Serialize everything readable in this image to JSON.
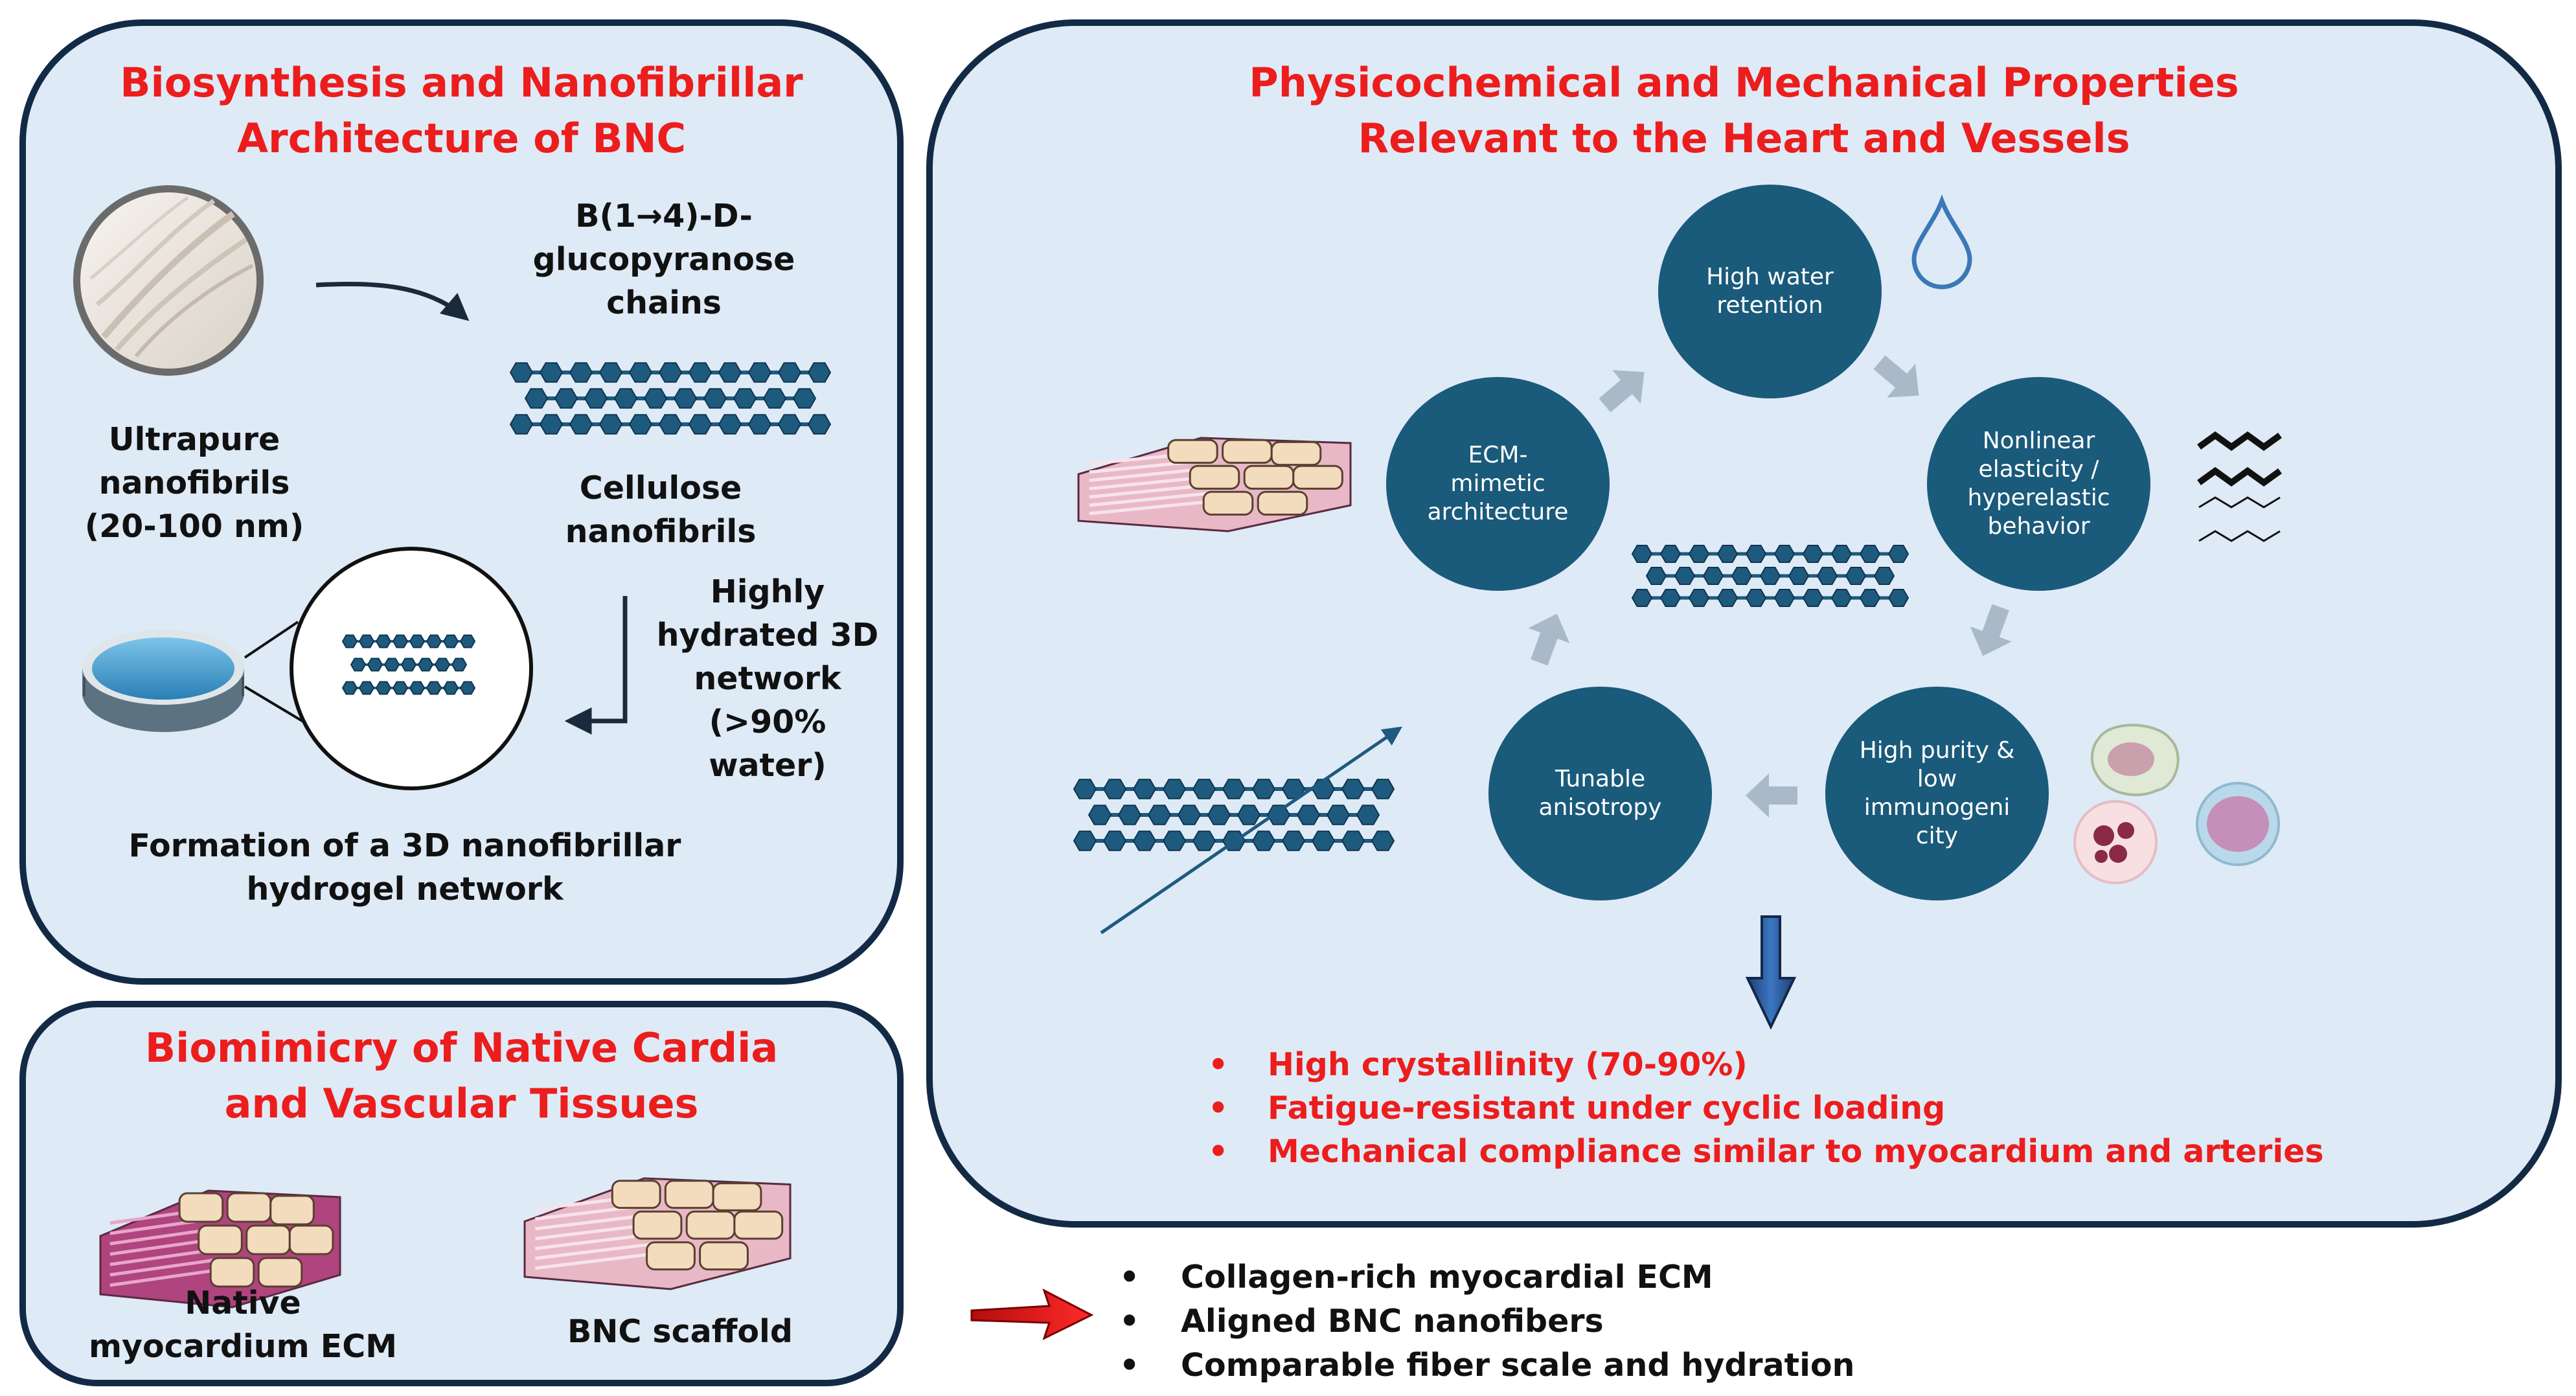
{
  "panel_biosynthesis": {
    "title": "Biosynthesis and Nanofibrillar\nArchitecture of BNC",
    "label_chains": "B(1→4)-D-\nglucopyranose\nchains",
    "label_nanofibrils": "Ultrapure\nnanofibrils\n(20-100 nm)",
    "label_cellulose": "Cellulose\nnanofibrils",
    "label_network": "Highly\nhydrated 3D\nnetwork\n(>90% water)",
    "label_formation": "Formation of a 3D nanofibrillar\nhydrogel network"
  },
  "panel_biomimicry": {
    "title": "Biomimicry of Native Cardia\nand Vascular Tissues",
    "label_native": "Native\nmyocardium ECM",
    "label_scaffold": "BNC scaffold"
  },
  "panel_properties": {
    "title": "Physicochemical and Mechanical Properties\nRelevant to the Heart and Vessels",
    "cycle": [
      "High water\nretention",
      "Nonlinear\nelasticity /\nhyperelastic\nbehavior",
      "High purity &\nlow\nimmunogeni\ncity",
      "Tunable\nanisotropy",
      "ECM-\nmimetic\narchitecture"
    ],
    "bullets": [
      "High crystallinity (70-90%)",
      "Fatigue-resistant under cyclic loading",
      "Mechanical compliance similar to myocardium and arteries"
    ]
  },
  "summary_bullets": [
    "Collagen-rich myocardial ECM",
    "Aligned BNC nanofibers",
    "Comparable fiber scale and hydration"
  ],
  "colors": {
    "title_red": "#ec1d1d",
    "panel_fill": "#deeaf6",
    "panel_border": "#122a45",
    "circle_fill": "#1a5a7a",
    "hexagon_fill": "#1e5a7e",
    "cycle_arrow": "#a9b9c7"
  },
  "icons": {
    "petri_dish": "petri-dish-icon",
    "water_drop": "water-drop-icon",
    "waves": "wave-lines-icon",
    "immune_cells": "immune-cells-icon",
    "tissue": "tissue-fiber-icon"
  }
}
